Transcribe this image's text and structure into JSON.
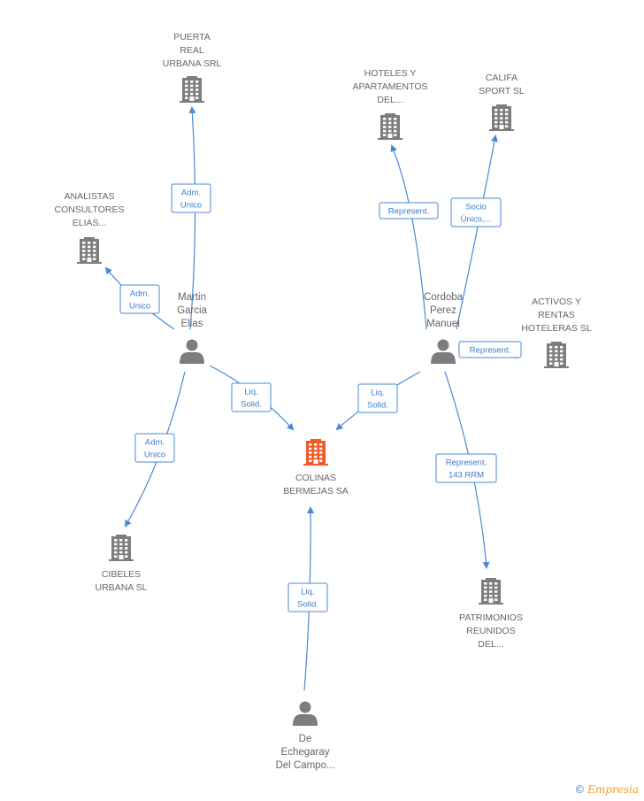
{
  "nodes": [
    {
      "id": "colinas",
      "kind": "company-main",
      "label": [
        "COLINAS",
        "BERMEJAS SA"
      ]
    },
    {
      "id": "puerta",
      "kind": "company",
      "label": [
        "PUERTA",
        "REAL",
        "URBANA SRL"
      ]
    },
    {
      "id": "analistas",
      "kind": "company",
      "label": [
        "ANALISTAS",
        "CONSULTORES",
        "ELIAS..."
      ]
    },
    {
      "id": "hoteles",
      "kind": "company",
      "label": [
        "HOTELES Y",
        "APARTAMENTOS",
        "DEL..."
      ]
    },
    {
      "id": "califa",
      "kind": "company",
      "label": [
        "CALIFA",
        "SPORT SL"
      ]
    },
    {
      "id": "activos",
      "kind": "company",
      "label": [
        "ACTIVOS Y",
        "RENTAS",
        "HOTELERAS  SL"
      ]
    },
    {
      "id": "cibeles",
      "kind": "company",
      "label": [
        "CIBELES",
        "URBANA SL"
      ]
    },
    {
      "id": "patrimonios",
      "kind": "company",
      "label": [
        "PATRIMONIOS",
        "REUNIDOS",
        "DEL..."
      ]
    },
    {
      "id": "martin",
      "kind": "person",
      "label": [
        "Martin",
        "Garcia",
        "Elias"
      ]
    },
    {
      "id": "cordoba",
      "kind": "person",
      "label": [
        "Cordoba",
        "Perez",
        "Manuel"
      ]
    },
    {
      "id": "echegaray",
      "kind": "person",
      "label": [
        "De",
        "Echegaray",
        "Del Campo..."
      ]
    }
  ],
  "edges": [
    {
      "from": "martin",
      "to": "puerta",
      "label": [
        "Adm.",
        "Unico"
      ]
    },
    {
      "from": "martin",
      "to": "analistas",
      "label": [
        "Adm.",
        "Unico"
      ]
    },
    {
      "from": "martin",
      "to": "colinas",
      "label": [
        "Liq.",
        "Solid."
      ]
    },
    {
      "from": "martin",
      "to": "cibeles",
      "label": [
        "Adm.",
        "Unico"
      ]
    },
    {
      "from": "cordoba",
      "to": "hoteles",
      "label": [
        "Represent."
      ]
    },
    {
      "from": "cordoba",
      "to": "califa",
      "label": [
        "Socio",
        "Único,..."
      ]
    },
    {
      "from": "cordoba",
      "to": "activos",
      "label": [
        "Represent."
      ]
    },
    {
      "from": "cordoba",
      "to": "colinas",
      "label": [
        "Liq.",
        "Solid."
      ]
    },
    {
      "from": "cordoba",
      "to": "patrimonios",
      "label": [
        "Represent.",
        "143 RRM"
      ]
    },
    {
      "from": "echegaray",
      "to": "colinas",
      "label": [
        "Liq.",
        "Solid."
      ]
    }
  ],
  "brand": {
    "copyright": "©",
    "name": "Empresia"
  },
  "colors": {
    "edge": "#4a8ad4",
    "main_company": "#f05a28",
    "node": "#7d7d7d",
    "text": "#666666"
  }
}
